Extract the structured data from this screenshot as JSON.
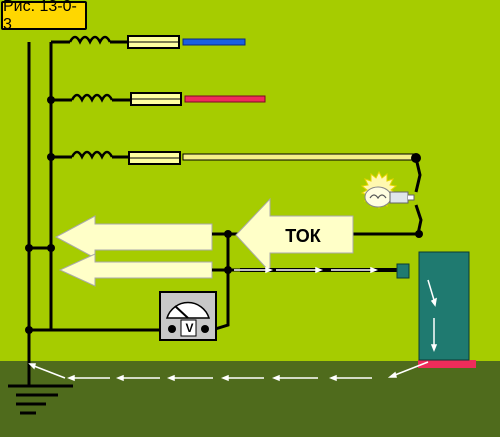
{
  "figure": {
    "label": "Рис. 13-0-3"
  },
  "current_arrow": {
    "label": "ТОК"
  },
  "voltmeter": {
    "symbol": "V"
  },
  "colors": {
    "background": "#a6cc00",
    "ground": "#4f6b1c",
    "phase_1": "#1a5fe0",
    "phase_2": "#ee2c5a",
    "phase_3": "#f4f08a",
    "equipment_case": "#1f7a70",
    "label_fill": "#ffd700",
    "arrow_fill": "#ffffc8"
  },
  "icons": [
    "inductor-icon",
    "fuse-icon",
    "lamp-icon",
    "voltmeter-icon",
    "ground-symbol-icon",
    "arrow-icon"
  ]
}
